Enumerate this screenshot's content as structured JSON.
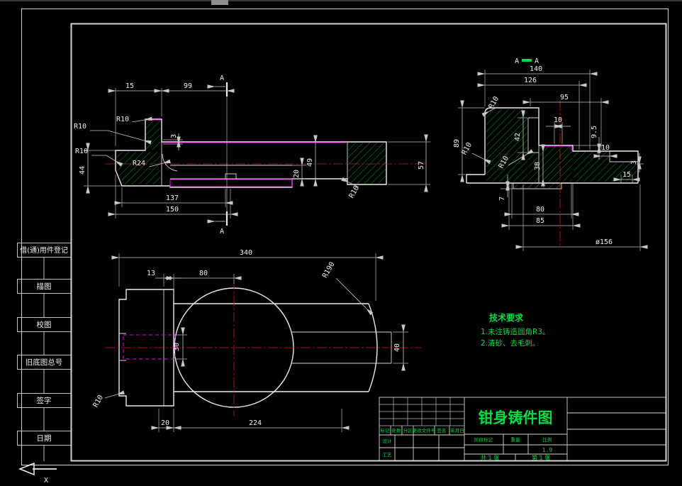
{
  "left_strip": {
    "items": [
      "借(通)用件登记",
      "描图",
      "校图",
      "旧底图总号",
      "签字",
      "日期"
    ]
  },
  "dims": {
    "a": "A",
    "d3": "3",
    "d7": "7",
    "d9_5": "9.5",
    "d10": "10",
    "d13": "13",
    "d15": "15",
    "d20": "20",
    "d30": "30",
    "d38": "38",
    "d40": "40",
    "d42": "42",
    "d44": "44",
    "d49": "49",
    "d57": "57",
    "d80": "80",
    "d85": "85",
    "d89": "89",
    "d95": "95",
    "d99": "99",
    "d126": "126",
    "d137": "137",
    "d140": "140",
    "d150": "150",
    "d156": "ø156",
    "d224": "224",
    "d340": "340",
    "r10": "R10",
    "r24": "R24",
    "r190": "R190"
  },
  "tech_notes": {
    "title": "技术要求",
    "line1": "1.未注铸造圆角R3。",
    "line2": "2.清砂、去毛刺。"
  },
  "title_block": {
    "drawing_title": "钳身铸件图",
    "mark": "标记",
    "count": "处数",
    "zone": "分区",
    "change_doc": "更改文件号",
    "signature": "签名",
    "date": "年月日",
    "design": "设计",
    "process": "工艺",
    "stage_mark": "阶段标记",
    "weight": "重量",
    "scale": "比例",
    "scale_value": "1.9",
    "sheet_total": "共 1 张",
    "sheet_index": "第 1 张"
  },
  "ucs": {
    "x": "X"
  },
  "colors": {
    "hatch_green": "#00a000",
    "text_green": "#00dd44",
    "magenta": "#ee00ee",
    "center_red": "#dd1111",
    "line": "#ececec"
  }
}
